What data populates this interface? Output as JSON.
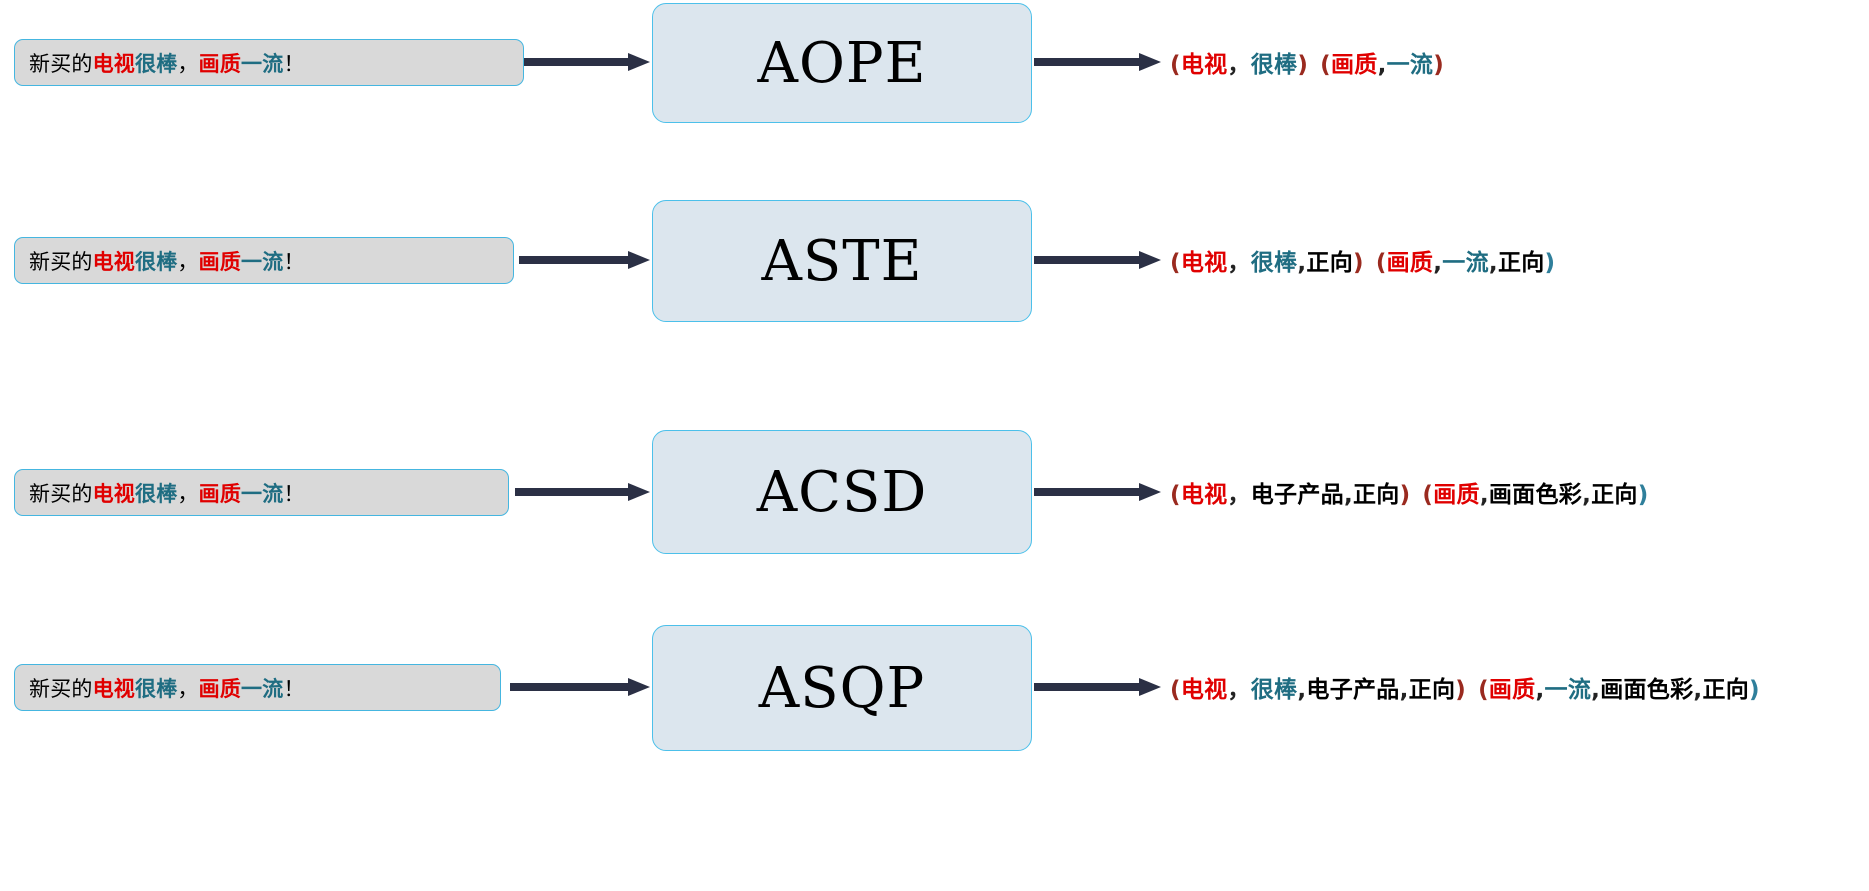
{
  "figure": {
    "type": "pipeline-diagram",
    "background": "#ffffff",
    "colors": {
      "aspect_red": "#e00000",
      "opinion_teal": "#1f6d82",
      "category_black": "#000000",
      "polarity_black": "#000000",
      "paren_red": "#9a2a1f",
      "paren_teal": "#2f7f9b",
      "input_box_fill": "#d9d9d9",
      "input_box_border": "#45b6e0",
      "model_box_fill": "#dce6ee",
      "model_box_border": "#4cc0ea",
      "arrow": "#2b3045"
    }
  },
  "rows": [
    {
      "id": "aope",
      "model": "AOPE",
      "input": {
        "segments": [
          {
            "text": "新买的",
            "style": "plain"
          },
          {
            "text": "电视",
            "style": "aspect"
          },
          {
            "text": "很棒",
            "style": "opinion"
          },
          {
            "text": "，",
            "style": "plain"
          },
          {
            "text": "画质",
            "style": "aspect"
          },
          {
            "text": "一流",
            "style": "opinion"
          },
          {
            "text": "！",
            "style": "plain"
          }
        ]
      },
      "output": {
        "tuples": [
          {
            "aspect": "电视",
            "opinion": "很棒",
            "paren": "red"
          },
          {
            "aspect": "画质",
            "opinion": "一流",
            "paren": "red"
          }
        ],
        "rendered": "(电视，很棒) (画质, 一流)"
      }
    },
    {
      "id": "aste",
      "model": "ASTE",
      "input": {
        "segments": [
          {
            "text": "新买的",
            "style": "plain"
          },
          {
            "text": "电视",
            "style": "aspect"
          },
          {
            "text": "很棒",
            "style": "opinion"
          },
          {
            "text": "，",
            "style": "plain"
          },
          {
            "text": "画质",
            "style": "aspect"
          },
          {
            "text": "一流",
            "style": "opinion"
          },
          {
            "text": "！",
            "style": "plain"
          }
        ]
      },
      "output": {
        "tuples": [
          {
            "aspect": "电视",
            "opinion": "很棒",
            "polarity": "正向",
            "paren": "red"
          },
          {
            "aspect": "画质",
            "opinion": "一流",
            "polarity": "正向",
            "paren": "red"
          }
        ],
        "rendered": "(电视，很棒, 正向) (画质, 一流, 正向)"
      }
    },
    {
      "id": "acsd",
      "model": "ACSD",
      "input": {
        "segments": [
          {
            "text": "新买的",
            "style": "plain"
          },
          {
            "text": "电视",
            "style": "aspect"
          },
          {
            "text": "很棒",
            "style": "opinion"
          },
          {
            "text": "，",
            "style": "plain"
          },
          {
            "text": "画质",
            "style": "aspect"
          },
          {
            "text": "一流",
            "style": "opinion"
          },
          {
            "text": "！",
            "style": "plain"
          }
        ]
      },
      "output": {
        "tuples": [
          {
            "aspect": "电视",
            "category": "电子产品",
            "polarity": "正向",
            "paren": "red"
          },
          {
            "aspect": "画质",
            "category": "画面色彩",
            "polarity": "正向",
            "paren": "red"
          }
        ],
        "rendered": "(电视，电子产品, 正向) (画质, 画面色彩,正向)"
      }
    },
    {
      "id": "asqp",
      "model": "ASQP",
      "input": {
        "segments": [
          {
            "text": "新买的",
            "style": "plain"
          },
          {
            "text": "电视",
            "style": "aspect"
          },
          {
            "text": "很棒",
            "style": "opinion"
          },
          {
            "text": "，",
            "style": "plain"
          },
          {
            "text": "画质",
            "style": "aspect"
          },
          {
            "text": "一流",
            "style": "opinion"
          },
          {
            "text": "！",
            "style": "plain"
          }
        ]
      },
      "output": {
        "tuples": [
          {
            "aspect": "电视",
            "opinion": "很棒",
            "category": "电子产品",
            "polarity": "正向",
            "paren": "red"
          },
          {
            "aspect": "画质",
            "opinion": "一流",
            "category": "画面色彩",
            "polarity": "正向",
            "paren": "red"
          }
        ],
        "rendered": "(电视，很棒, 电子产品, 正向) (画质, 一流, 画面色彩,正向)"
      }
    }
  ],
  "labels": {
    "input_sentence_plain": "新买的电视很棒，画质一流！",
    "open_paren": "(",
    "close_paren": ")",
    "comma_full": "，",
    "comma_half": ","
  }
}
